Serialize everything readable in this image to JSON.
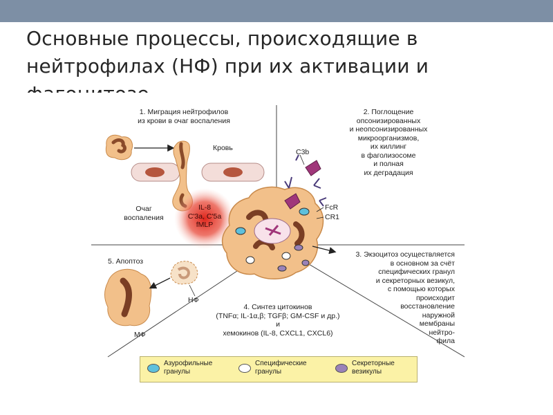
{
  "title": "Основные процессы, происходящие в нейтрофилах (НФ) при их активации и фагоцитозе",
  "steps": {
    "step1": [
      "1. Миграция нейтрофилов",
      "из крови в очаг воспаления"
    ],
    "step2": [
      "2. Поглощение",
      "опсонизированных",
      "и неопсонизированных",
      "микроорганизмов,",
      "их киллинг",
      "в фаголизосоме",
      "и полная",
      "их деградация"
    ],
    "step3": [
      "3. Экзоцитоз осуществляется",
      "в основном за счёт",
      "специфических гранул",
      "и секреторных везикул,",
      "с помощью которых",
      "происходит",
      "восстановление",
      "наружной",
      "мембраны",
      "нейтро-",
      "фила"
    ],
    "step4": [
      "4. Синтез цитокинов",
      "(TNFα; IL-1α,β; TGFβ; GM-CSF и др.)",
      "и",
      "хемокинов (IL-8, CXCL1, CXCL6)"
    ],
    "step5": "5. Апоптоз"
  },
  "labels": {
    "blood": "Кровь",
    "focus": [
      "Очаг",
      "воспаления"
    ],
    "chemo": [
      "IL-8",
      "C'3a, C'5a",
      "fMLP"
    ],
    "c3b": "C3b",
    "fcr": "FcR",
    "cr1": "CR1",
    "nf": "НФ",
    "mf": "МФ"
  },
  "legend": [
    {
      "label": [
        "Азурофильные",
        "гранулы"
      ],
      "color": "#5ec0dc"
    },
    {
      "label": [
        "Специфические",
        "гранулы"
      ],
      "color": "#ffffff"
    },
    {
      "label": [
        "Секреторные",
        "везикулы"
      ],
      "color": "#9a82b8"
    }
  ]
}
